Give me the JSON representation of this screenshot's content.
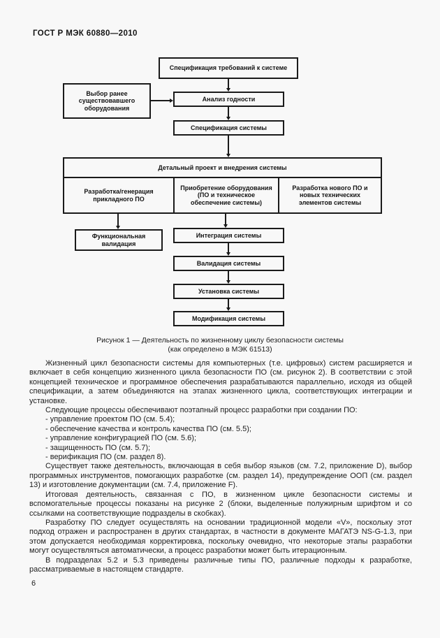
{
  "page": {
    "header": "ГОСТ Р МЭК 60880—2010",
    "page_number": "6"
  },
  "figure": {
    "caption_line1": "Рисунок 1 — Деятельность по жизненному циклу безопасности системы",
    "caption_line2": "(как определено в МЭК 61513)",
    "boxes": {
      "spec_req": "Спецификация требований к системе",
      "prior_equipment": "Выбор ранее существовавшего оборудования",
      "suitability": "Анализ годности",
      "system_spec": "Спецификация системы",
      "detailed_design": "Детальный проект и внедрения системы",
      "cell_app_sw": "Разработка/генерация прикладного ПО",
      "cell_equipment": "Приобретение оборудования (ПО и техническое обеспечение системы)",
      "cell_new_sw": "Разработка нового ПО и новых технических элементов системы",
      "func_validation": "Функциональная валидация",
      "integration": "Интеграция системы",
      "validation": "Валидация системы",
      "installation": "Установка системы",
      "modification": "Модификация системы"
    }
  },
  "body": {
    "paragraphs": [
      "Жизненный цикл безопасности системы для компьютерных (т.е. цифровых) систем расширяется и включает в себя концепцию жизненного цикла безопасности ПО (см. рисунок 2). В соответствии с этой концепцией техническое и программное обеспечения разрабатываются параллельно, исходя из общей спецификации, а затем объединяются на этапах жизненного цикла, соответствующих интеграции и установке.",
      "Следующие процессы обеспечивают поэтапный процесс разработки при создании ПО:",
      "Существует также деятельность, включающая в себя выбор языков (см. 7.2, приложение D), выбор программных инструментов, помогающих разработке (см. раздел 14), предупреждение ООП (см. раздел 13) и изготовление документации (см. 7.4, приложение F).",
      "Итоговая деятельность, связанная с ПО, в жизненном цикле безопасности системы и вспомогательные процессы показаны на рисунке 2 (блоки, выделенные полужирным шрифтом и со ссылками на соответствующие подразделы в скобках).",
      "Разработку ПО следует осуществлять на основании традиционной модели «V», поскольку этот подход отражен и распространен в других стандартах, в частности в документе МАГАТЭ NS-G-1.3, при этом допускается необходимая корректировка, поскольку очевидно, что некоторые этапы разработки могут осуществляться автоматически, а процесс разработки может быть итерационным.",
      "В подразделах 5.2 и 5.3 приведены различные типы ПО, различные подходы к разработке, рассматриваемые в настоящем стандарте."
    ],
    "list_items": [
      "- управление проектом ПО (см. 5.4);",
      "- обеспечение качества и контроль качества ПО (см. 5.5);",
      "- управление конфигурацией ПО (см. 5.6);",
      "- защищенность ПО (см. 5.7);",
      "- верификация ПО (см. раздел 8)."
    ]
  },
  "colors": {
    "page_bg": "#f8f8f8",
    "ink": "#1c1c1c",
    "box_border": "#1a1a1a"
  }
}
